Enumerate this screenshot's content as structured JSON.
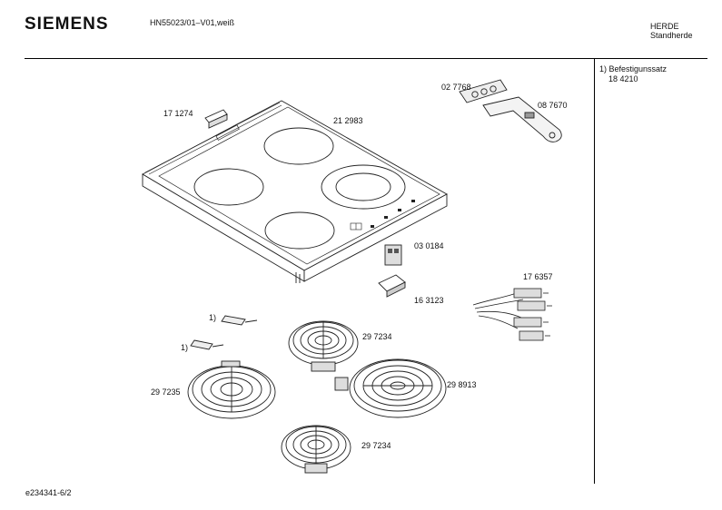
{
  "header": {
    "brand": "SIEMENS",
    "model": "HN55023/01–V01,weiß",
    "category_line1": "HERDE",
    "category_line2": "Standherde"
  },
  "notes": {
    "line1": "1) Befestigunssatz",
    "line2": "18 4210"
  },
  "parts": {
    "knob_strip": "17 1274",
    "cooktop_glass": "21 2983",
    "mounting_plate": "02 7768",
    "bracket": "08 7670",
    "switch_block": "03 0184",
    "switch_cover": "16 3123",
    "wiring_harness": "17 6357",
    "clip_marker_a": "1)",
    "clip_marker_b": "1)",
    "heater_upper": "29 7234",
    "heater_left": "29 7235",
    "heater_dual": "29 8913",
    "heater_lower": "29 7234"
  },
  "footer": {
    "doc_id": "e234341-6/2"
  }
}
